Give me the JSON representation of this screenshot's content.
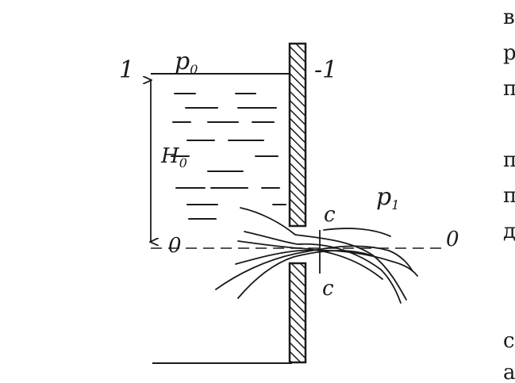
{
  "labels": {
    "section_left": "1",
    "section_right": "-1",
    "p0_main": "p",
    "p0_sub": "0",
    "H0_main": "H",
    "H0_sub": "0",
    "zero_left": "0",
    "zero_right": "0",
    "c_top": "c",
    "c_bottom": "c",
    "p1_main": "p",
    "p1_sub": "1"
  },
  "edge_text": [
    "в",
    "р",
    "п",
    "п",
    "п",
    "д",
    "с",
    "а"
  ],
  "colors": {
    "ink": "#1a1a1a",
    "background": "#ffffff"
  }
}
